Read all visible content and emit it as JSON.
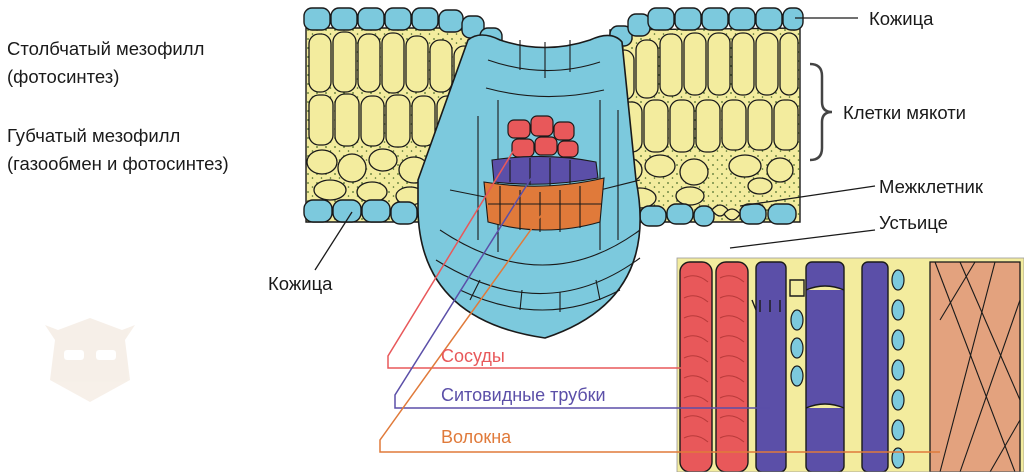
{
  "labels": {
    "palisade_title": "Столбчатый мезофилл",
    "palisade_note": "(фотосинтез)",
    "spongy_title": "Губчатый мезофилл",
    "spongy_note": "(газообмен и фотосинтез)",
    "epidermis_top": "Кожица",
    "epidermis_bottom": "Кожица",
    "parenchyma": "Клетки мякоти",
    "intercellular": "Межклетник",
    "stoma": "Устьице"
  },
  "bundle_labels": {
    "vessels": "Сосуды",
    "sieve_tubes": "Ситовидные трубки",
    "fibers": "Волокна"
  },
  "colors": {
    "epidermis": "#7cc9dd",
    "mesophyll": "#f3ec9e",
    "bundle_sheath": "#5ab8d4",
    "vessels": "#e8585a",
    "sieve_tubes": "#5b4fa8",
    "fibers": "#e07a3a",
    "fiber_strands": "#e3a27e",
    "outline": "#1a1a1a"
  },
  "watermark_icon": "bear-logo-icon"
}
